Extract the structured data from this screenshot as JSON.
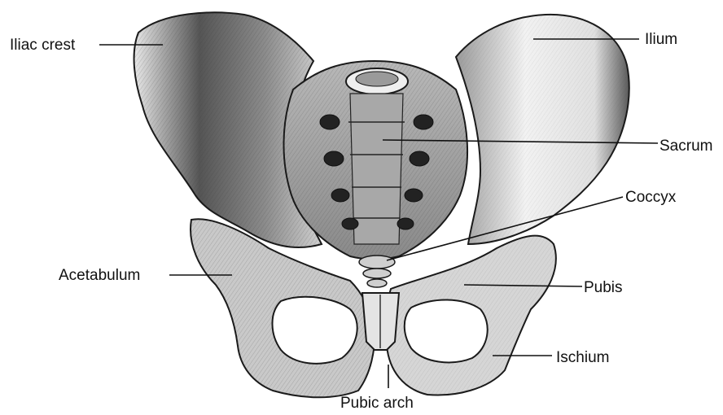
{
  "labels": {
    "iliac_crest": "Iliac crest",
    "ilium": "Ilium",
    "sacrum": "Sacrum",
    "coccyx": "Coccyx",
    "acetabulum": "Acetabulum",
    "pubis": "Pubis",
    "ischium": "Ischium",
    "pubic_arch": "Pubic arch"
  },
  "colors": {
    "bone_light": "#ececec",
    "bone_mid": "#b5b5b5",
    "bone_dark": "#4a4a4a",
    "ink": "#111111"
  }
}
